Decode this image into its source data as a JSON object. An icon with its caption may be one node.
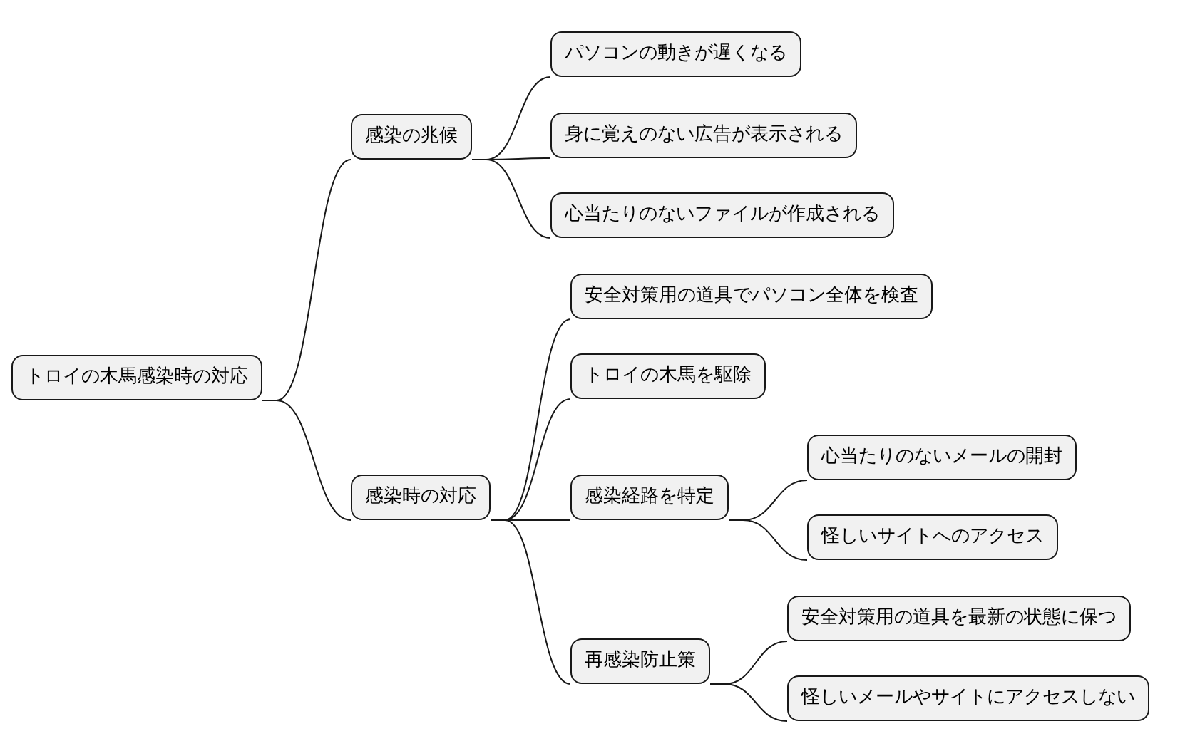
{
  "diagram": {
    "nodes": [
      {
        "text": [
          "トロイの木馬感染時の対応"
        ]
      },
      {
        "text": [
          "感染の兆候"
        ]
      },
      {
        "text": [
          "パソコンの動きが遅くなる"
        ]
      },
      {
        "text": [
          "身に覚えのない広告が表示される"
        ]
      },
      {
        "text": [
          "心当たりのないファイルが作成される"
        ]
      },
      {
        "text": [
          "感染時の対応"
        ]
      },
      {
        "text": [
          "安全対策用の道具でパソコン全体を検査"
        ]
      },
      {
        "text": [
          "トロイの木馬を駆除"
        ]
      },
      {
        "text": [
          "感染経路を特定"
        ]
      },
      {
        "text": [
          "心当たりのないメールの開封"
        ]
      },
      {
        "text": [
          "怪しいサイトへのアクセス"
        ]
      },
      {
        "text": [
          "再感染防止策"
        ]
      },
      {
        "text": [
          "安全対策用の道具を最新の状態に保つ"
        ]
      },
      {
        "text": [
          "怪しいメールやサイトにアクセスしない"
        ]
      }
    ],
    "edges": [
      {
        "from": 0,
        "to": 1,
        "arrow": "none"
      },
      {
        "from": 1,
        "to": 2,
        "arrow": "none"
      },
      {
        "from": 1,
        "to": 3,
        "arrow": "none"
      },
      {
        "from": 1,
        "to": 4,
        "arrow": "none"
      },
      {
        "from": 0,
        "to": 5,
        "arrow": "none"
      },
      {
        "from": 5,
        "to": 6,
        "arrow": "none"
      },
      {
        "from": 5,
        "to": 7,
        "arrow": "none"
      },
      {
        "from": 5,
        "to": 8,
        "arrow": "none"
      },
      {
        "from": 8,
        "to": 9,
        "arrow": "none"
      },
      {
        "from": 8,
        "to": 10,
        "arrow": "none"
      },
      {
        "from": 5,
        "to": 11,
        "arrow": "none"
      },
      {
        "from": 11,
        "to": 12,
        "arrow": "none"
      },
      {
        "from": 11,
        "to": 13,
        "arrow": "none"
      }
    ]
  }
}
